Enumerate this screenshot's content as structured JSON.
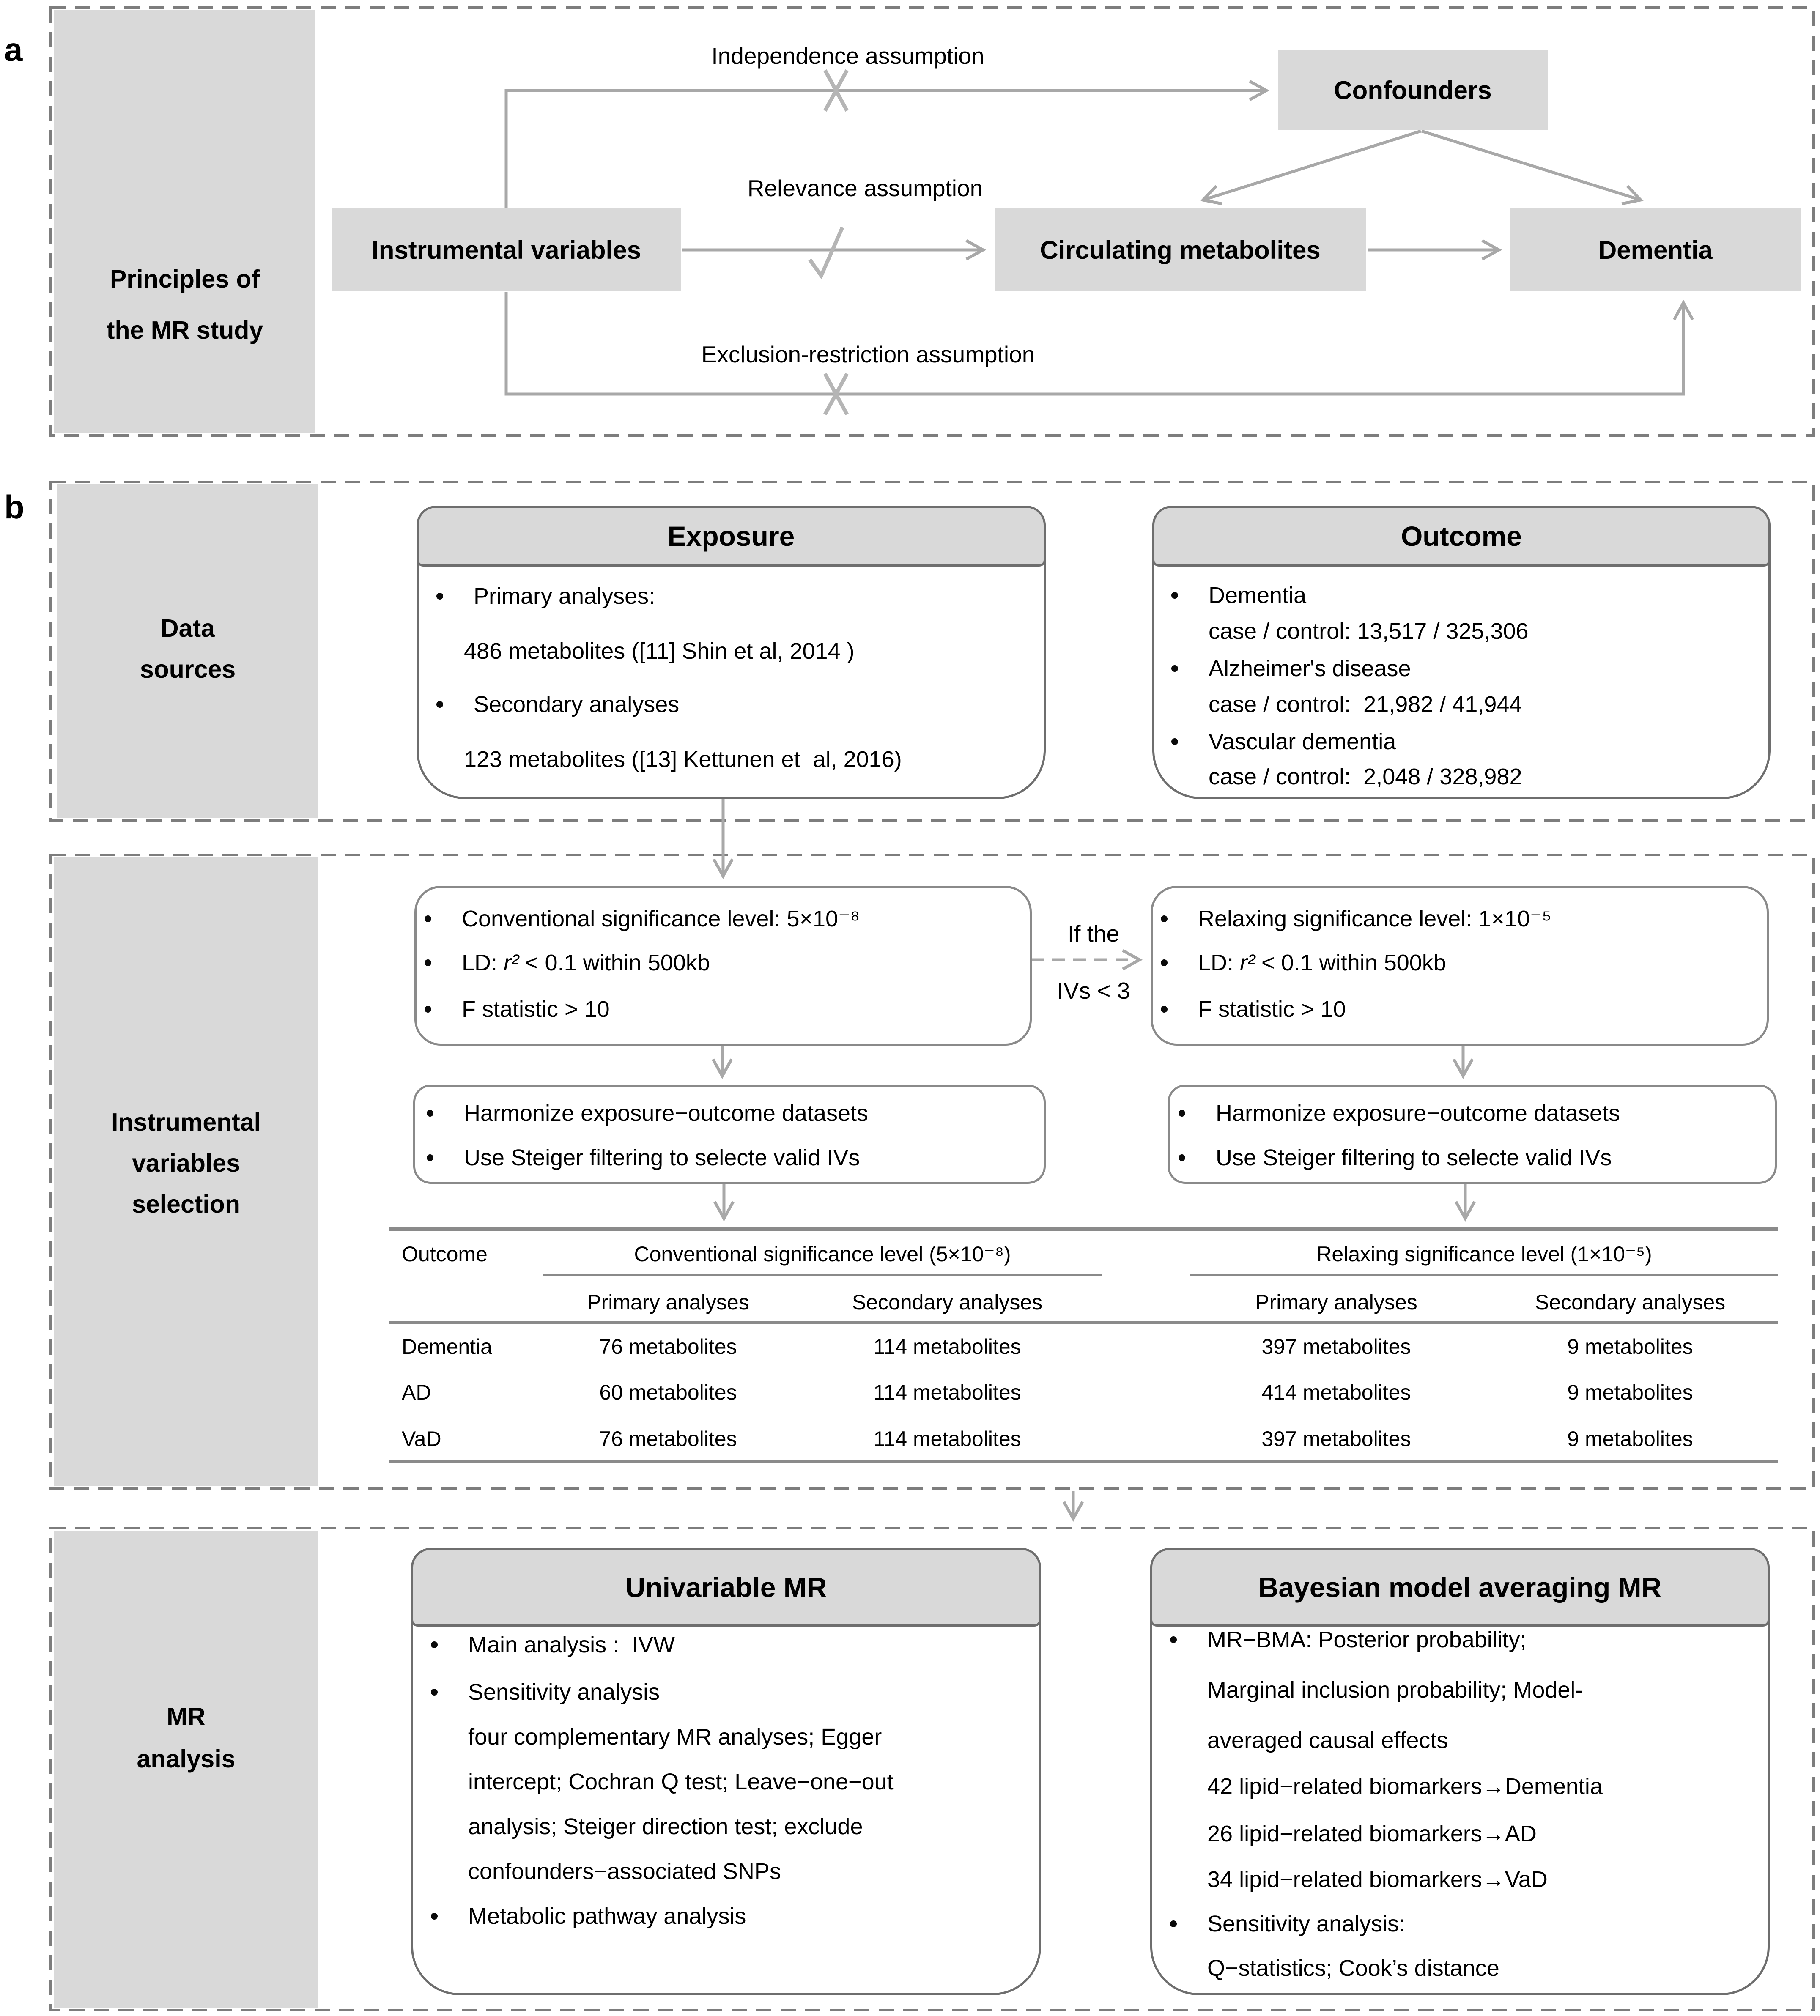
{
  "colors": {
    "box_fill": "#d9d9d9",
    "arrow_gray": "#a8a8a8",
    "mark_gray": "#b5b5b5",
    "dashed_border": "#7d7d7d",
    "round_border": "#8a8a8a",
    "table_line": "#8a8a8a"
  },
  "panel_a": {
    "tag": "a",
    "sidebar": "Principles of\nthe MR study",
    "nodes": {
      "iv": "Instrumental variables",
      "cm": "Circulating metabolites",
      "dementia": "Dementia",
      "confounders": "Confounders"
    },
    "assumptions": {
      "independence": "Independence assumption",
      "relevance": "Relevance assumption",
      "exclusion": "Exclusion-restriction assumption"
    }
  },
  "panel_b": {
    "tag": "b",
    "sidebar": "Data\nsources",
    "exposure": {
      "title": "Exposure",
      "items": [
        {
          "text": "Primary analyses:"
        },
        {
          "text": "486 metabolites ([11] Shin et al, 2014 )"
        },
        {
          "text": "Secondary analyses"
        },
        {
          "text": "123 metabolites ([13] Kettunen et  al, 2016)"
        }
      ]
    },
    "outcome": {
      "title": "Outcome",
      "items": [
        {
          "text": "Dementia"
        },
        {
          "text": "case / control: 13,517 / 325,306"
        },
        {
          "text": "Alzheimer's disease"
        },
        {
          "text": "case / control:  21,982 / 41,944"
        },
        {
          "text": "Vascular dementia"
        },
        {
          "text": "case / control:  2,048 / 328,982"
        }
      ]
    }
  },
  "iv_selection": {
    "sidebar": "Instrumental\nvariables\nselection",
    "conventional": {
      "line1": "Conventional significance level: 5×10⁻⁸",
      "ld_pre": "LD: ",
      "ld_r": "r²",
      "ld_post": " < 0.1 within 500kb",
      "line3": "F statistic > 10"
    },
    "connector": {
      "top": "If the",
      "bottom": "IVs < 3"
    },
    "relaxing": {
      "line1": "Relaxing significance level: 1×10⁻⁵",
      "ld_pre": "LD: ",
      "ld_r": "r²",
      "ld_post": " < 0.1 within 500kb",
      "line3": "F statistic > 10"
    },
    "harmonize": {
      "line1": "Harmonize exposure−outcome datasets",
      "line2": "Use Steiger filtering to selecte valid IVs"
    },
    "table": {
      "outcome_header": "Outcome",
      "group1": "Conventional significance level (5×10⁻⁸)",
      "group2": "Relaxing significance level (1×10⁻⁵)",
      "sub_primary1": "Primary analyses",
      "sub_secondary1": "Secondary analyses",
      "sub_primary2": "Primary analyses",
      "sub_secondary2": "Secondary analyses",
      "rows": [
        {
          "name": "Dementia",
          "cells": [
            "76 metabolites",
            "114 metabolites",
            "397 metabolites",
            "9 metabolites"
          ]
        },
        {
          "name": "AD",
          "cells": [
            "60 metabolites",
            "114 metabolites",
            "414 metabolites",
            "9 metabolites"
          ]
        },
        {
          "name": "VaD",
          "cells": [
            "76 metabolites",
            "114 metabolites",
            "397 metabolites",
            "9 metabolites"
          ]
        }
      ]
    }
  },
  "mr_analysis": {
    "sidebar": "MR\nanalysis",
    "univariable": {
      "title": "Univariable MR",
      "items": [
        {
          "text": "Main analysis :  IVW"
        },
        {
          "text": "Sensitivity analysis"
        },
        {
          "text": "four complementary MR analyses; Egger"
        },
        {
          "text": "intercept; Cochran Q test; Leave−one−out"
        },
        {
          "text": "analysis; Steiger direction test; exclude"
        },
        {
          "text": "confounders−associated SNPs"
        },
        {
          "text": "Metabolic pathway analysis"
        }
      ]
    },
    "bayesian": {
      "title": "Bayesian model averaging MR",
      "items": [
        {
          "text": "MR−BMA: Posterior probability;"
        },
        {
          "text": "Marginal inclusion probability; Model-"
        },
        {
          "text": "averaged causal effects"
        },
        {
          "text": "42 lipid−related biomarkers→Dementia"
        },
        {
          "text": "26 lipid−related biomarkers→AD"
        },
        {
          "text": "34 lipid−related biomarkers→VaD"
        },
        {
          "text": "Sensitivity analysis:"
        },
        {
          "text": "Q−statistics; Cook’s distance"
        }
      ]
    }
  }
}
